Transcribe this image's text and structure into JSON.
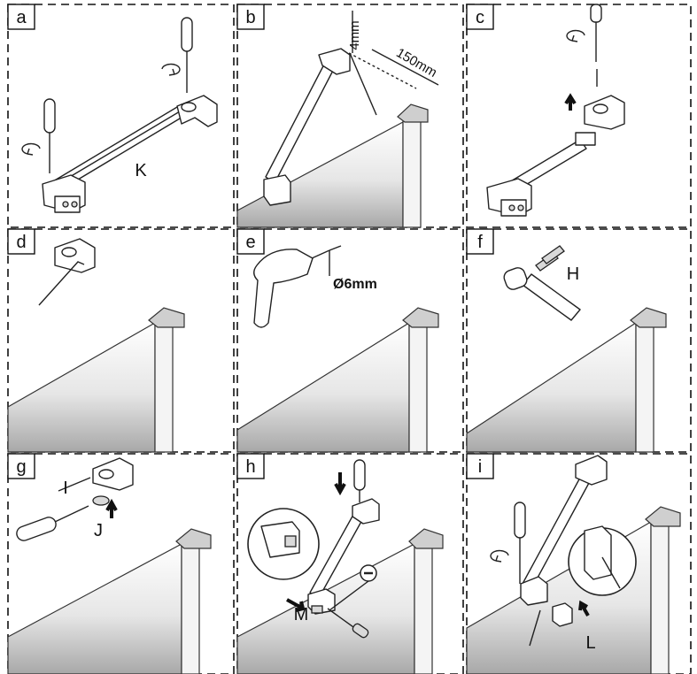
{
  "panels": [
    {
      "letter": "a",
      "labels": [
        "K"
      ]
    },
    {
      "letter": "b",
      "labels": [
        "4mm",
        "150mm"
      ]
    },
    {
      "letter": "c",
      "labels": []
    },
    {
      "letter": "d",
      "labels": []
    },
    {
      "letter": "e",
      "labels": [
        "Ø6mm"
      ]
    },
    {
      "letter": "f",
      "labels": [
        "H"
      ]
    },
    {
      "letter": "g",
      "labels": [
        "I",
        "J"
      ]
    },
    {
      "letter": "h",
      "labels": [
        "M"
      ]
    },
    {
      "letter": "i",
      "labels": [
        "L"
      ]
    }
  ],
  "icons": {
    "screwdriver": "screwdriver-icon",
    "rotate": "rotate-arrow-icon",
    "drill": "drill-icon",
    "hammer": "hammer-icon",
    "hex_key": "hex-key-icon",
    "no_entry": "minus-circle-icon"
  },
  "colors": {
    "line": "#111111",
    "glass_top": "#ffffff",
    "glass_bottom": "#a8a8a8"
  }
}
